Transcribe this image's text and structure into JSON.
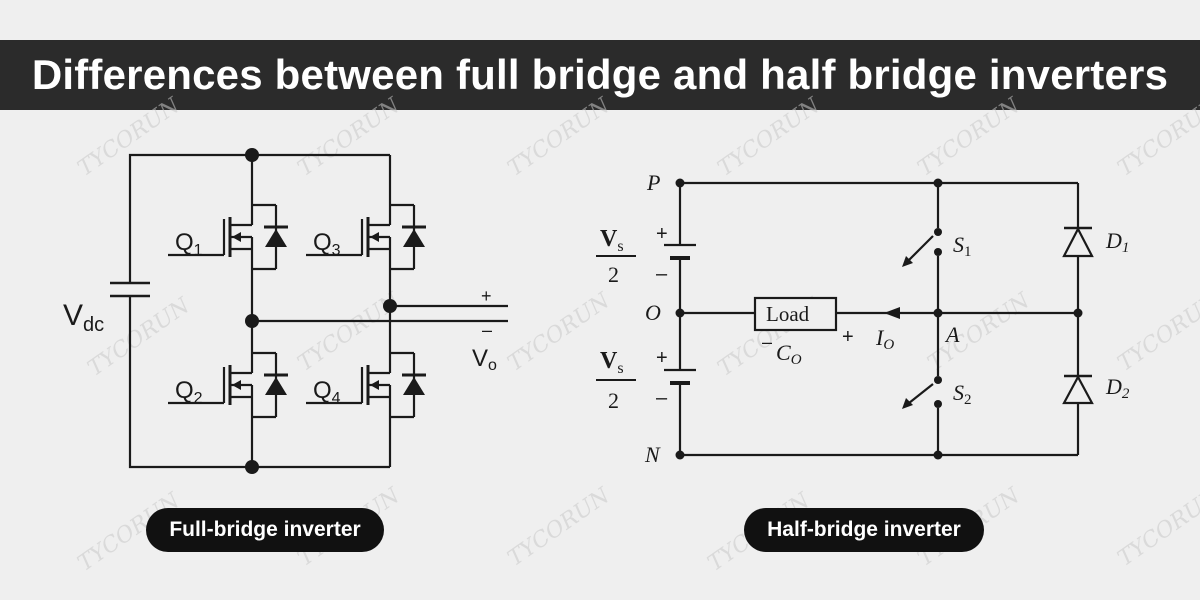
{
  "title": "Differences between full bridge and half bridge inverters",
  "watermark": "TYCORUN",
  "full_bridge": {
    "caption": "Full-bridge inverter",
    "vdc_main": "V",
    "vdc_sub": "dc",
    "vo_main": "V",
    "vo_sub": "o",
    "plus": "+",
    "minus": "–",
    "switches": [
      {
        "main": "Q",
        "sub": "1"
      },
      {
        "main": "Q",
        "sub": "3"
      },
      {
        "main": "Q",
        "sub": "2"
      },
      {
        "main": "Q",
        "sub": "4"
      }
    ]
  },
  "half_bridge": {
    "caption": "Half-bridge inverter",
    "node_p": "P",
    "node_o": "O",
    "node_n": "N",
    "node_a": "A",
    "vs_main": "V",
    "vs_sub": "s",
    "vs_den": "2",
    "plus": "+",
    "minus": "–",
    "load": "Load",
    "co_main": "C",
    "co_sub": "O",
    "io_main": "I",
    "io_sub": "O",
    "s1_main": "S",
    "s1_sub": "1",
    "s2_main": "S",
    "s2_sub": "2",
    "d1_main": "D",
    "d1_sub": "1",
    "d2_main": "D",
    "d2_sub": "2"
  }
}
